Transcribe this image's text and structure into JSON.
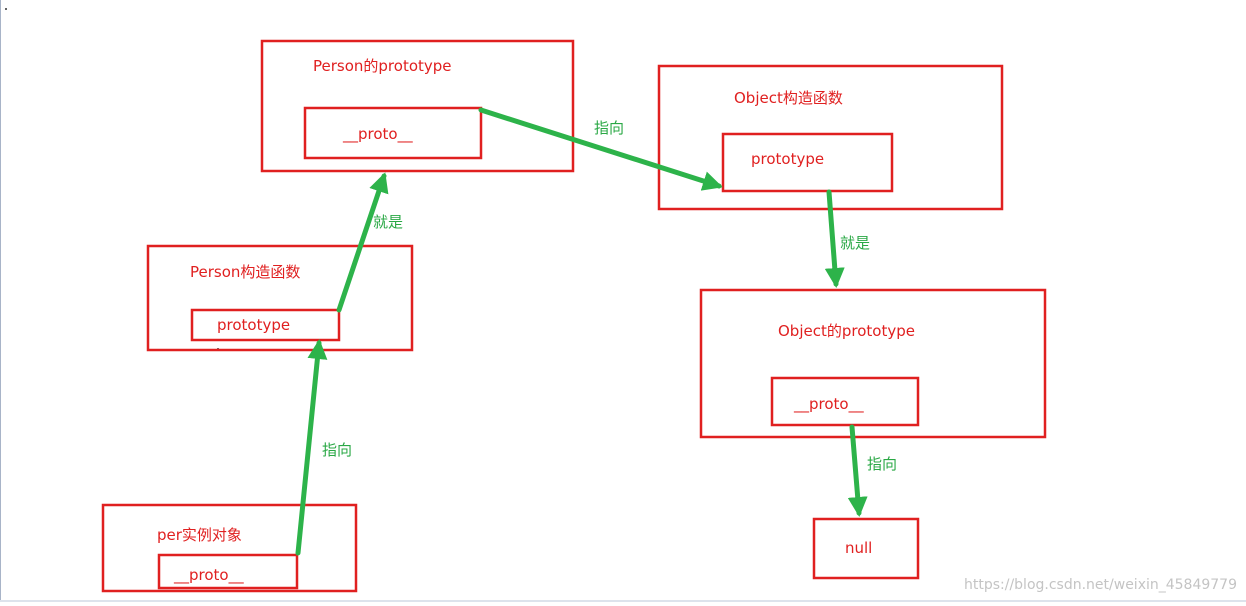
{
  "boxes": {
    "person_prototype": {
      "title": "Person的prototype",
      "inner": "__proto__"
    },
    "object_constructor": {
      "title": "Object构造函数",
      "inner": "prototype"
    },
    "person_constructor": {
      "title": "Person构造函数",
      "inner": "prototype"
    },
    "object_prototype": {
      "title": "Object的prototype",
      "inner": "__proto__"
    },
    "per_instance": {
      "title": "per实例对象",
      "inner": "__proto__"
    },
    "null_box": {
      "label": "null"
    }
  },
  "edges": {
    "per_to_person_prototype": "指向",
    "person_constructor_is": "就是",
    "person_proto_to_object_prototype": "指向",
    "object_constructor_is": "就是",
    "object_proto_to_null": "指向"
  },
  "watermark": "https://blog.csdn.net/weixin_45849779",
  "colors": {
    "box_border": "#e02020",
    "box_text": "#e02020",
    "arrow": "#2db34a",
    "edge_label": "#2aa845"
  }
}
